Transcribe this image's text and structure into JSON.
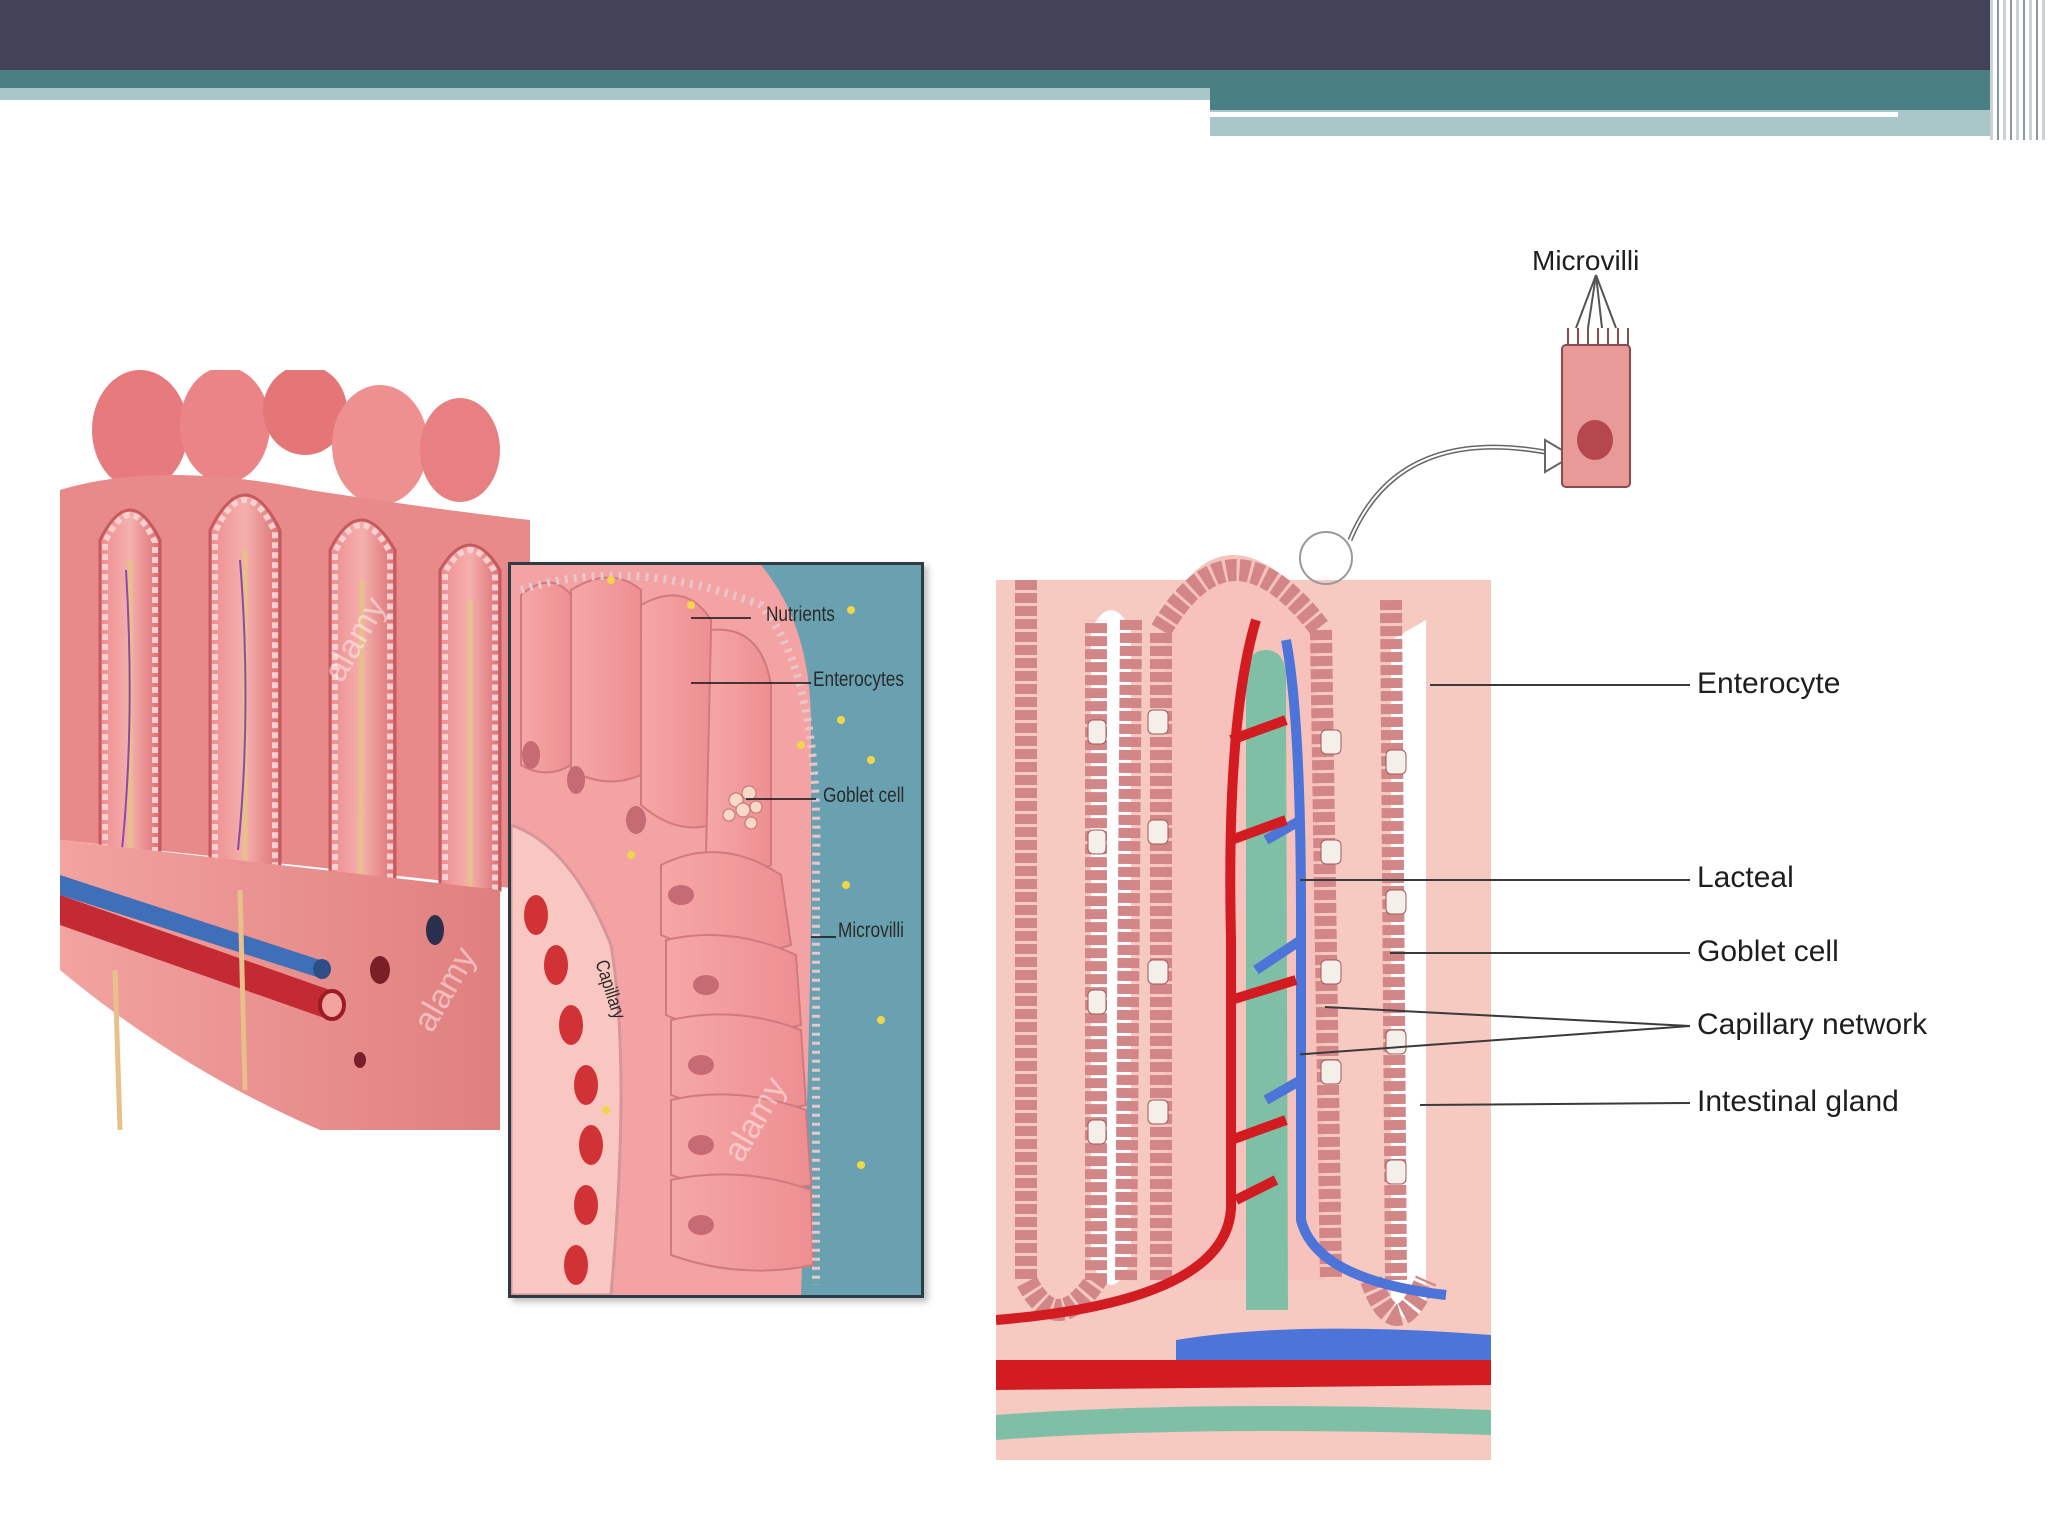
{
  "colors": {
    "header_dark": "#434258",
    "header_teal": "#4a7f83",
    "header_light": "#a9c6c9",
    "tissue": "#e98a8a",
    "tissue_dark": "#c65a5e",
    "artery": "#d21c22",
    "vein": "#4d74d8",
    "lacteal": "#7fbfa6",
    "panel_bg": "#6aa1b1"
  },
  "inset_labels": {
    "nutrients": "Nutrients",
    "enterocytes": "Enterocytes",
    "goblet_cell": "Goblet cell",
    "microvilli": "Microvilli",
    "capillary": "Capillary"
  },
  "villus_labels": {
    "microvilli": "Microvilli",
    "enterocyte": "Enterocyte",
    "lacteal": "Lacteal",
    "goblet_cell": "Goblet cell",
    "capillary_network": "Capillary network",
    "intestinal_gland": "Intestinal gland"
  },
  "watermark": "alamy"
}
